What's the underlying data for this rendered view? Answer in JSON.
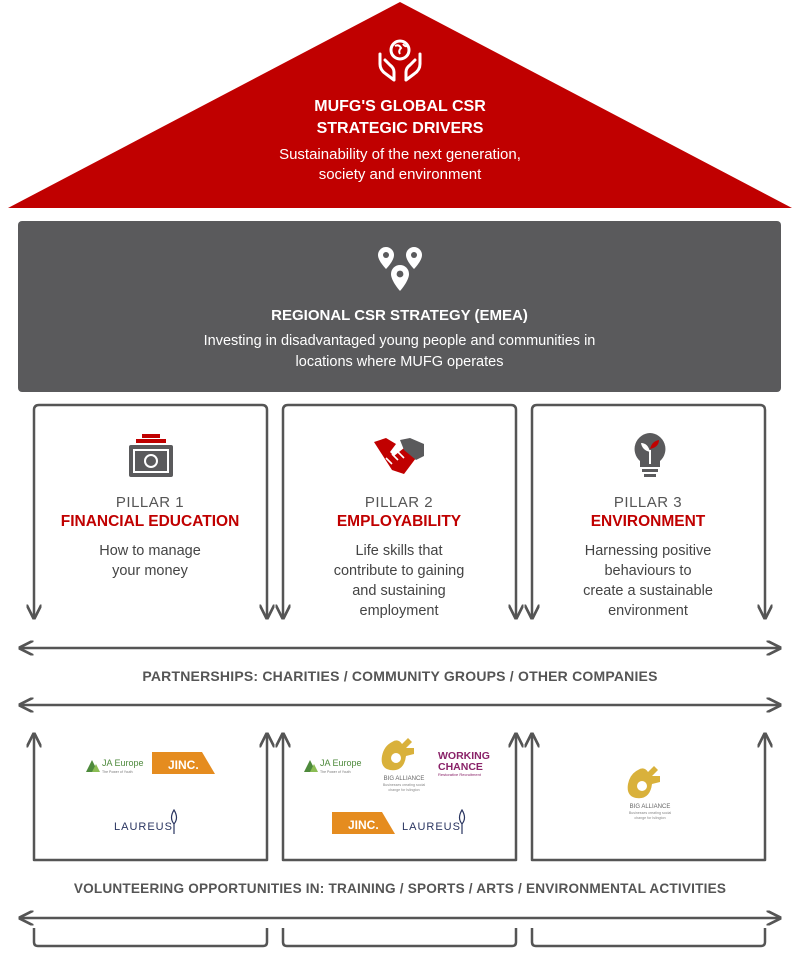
{
  "roof": {
    "title_line1": "MUFG'S GLOBAL CSR",
    "title_line2": "STRATEGIC DRIVERS",
    "subtitle_line1": "Sustainability of the next generation,",
    "subtitle_line2": "society and environment",
    "icon": "hands-globe-icon",
    "color": "#c00000"
  },
  "regional": {
    "title": "REGIONAL CSR STRATEGY (EMEA)",
    "subtitle_line1": "Investing in disadvantaged young people and communities in",
    "subtitle_line2": "locations where MUFG operates",
    "icon": "location-pins-icon",
    "color": "#5a5a5c"
  },
  "pillars": [
    {
      "number": "PILLAR 1",
      "name": "FINANCIAL EDUCATION",
      "desc": [
        "How to manage",
        "your money"
      ],
      "icon": "money-icon"
    },
    {
      "number": "PILLAR 2",
      "name": "EMPLOYABILITY",
      "desc": [
        "Life skills that",
        "contribute to gaining",
        "and sustaining",
        "employment"
      ],
      "icon": "handshake-icon"
    },
    {
      "number": "PILLAR 3",
      "name": "ENVIRONMENT",
      "desc": [
        "Harnessing positive",
        "behaviours to",
        "create a sustainable",
        "environment"
      ],
      "icon": "lightbulb-plant-icon"
    }
  ],
  "partnerships_label": "PARTNERSHIPS: CHARITIES / COMMUNITY GROUPS / OTHER COMPANIES",
  "volunteering_label": "VOLUNTEERING OPPORTUNITIES IN: TRAINING / SPORTS / ARTS / ENVIRONMENTAL ACTIVITIES",
  "logos": {
    "ja_europe": "JA Europe",
    "ja_europe_tag": "The Power of Youth",
    "jinc": "JINC.",
    "laureus": "LAUREUS",
    "big_alliance": "BIG ALLIANCE",
    "big_alliance_tag1": "Businesses creating social",
    "big_alliance_tag2": "change for Islington",
    "working_chance_1": "WORKING",
    "working_chance_2": "CHANCE",
    "working_chance_tag": "Restorative Recruitment"
  }
}
